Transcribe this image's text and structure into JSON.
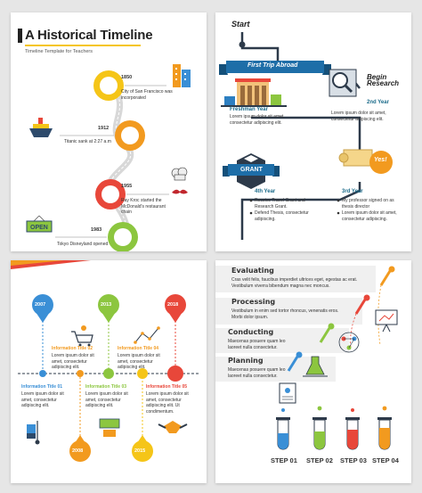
{
  "panel1": {
    "title": "A Historical Timeline",
    "subtitle": "Timeline Template for Teachers",
    "events": [
      {
        "year": "1850",
        "text": "City of San Francisco was incorporated",
        "color": "#f5c518",
        "icon": "city-buildings-icon"
      },
      {
        "year": "1912",
        "text": "Titanic sank at 2:27 a.m",
        "color": "#f29a1f",
        "icon": "ship-icon"
      },
      {
        "year": "1955",
        "text": "Ray Kroc started the McDonald's restaurant chain",
        "color": "#e8473a",
        "icon": "chef-mustache-icon"
      },
      {
        "year": "1983",
        "text": "Tokyo Disneyland opened",
        "color": "#8cc63f",
        "icon": "open-sign-icon"
      }
    ]
  },
  "panel2": {
    "start_label": "Start",
    "ribbon": "First Trip Abroad",
    "begin_research": "Begin Research",
    "freshman": {
      "title": "Freshman Year",
      "text": "Lorem ipsum dolor sit amet, consectetur adipiscing elit."
    },
    "second": {
      "title": "2nd Year",
      "text": "Lorem ipsum dolor sit amet, consectetur adipiscing elit."
    },
    "grant": "GRANT",
    "yes": "Yes!",
    "fourth": {
      "title": "4th Year",
      "bullets": [
        "Receive Travel Grant and Research Grant.",
        "Defend Thesis, consectetur adipiscing."
      ]
    },
    "third": {
      "title": "3rd Year",
      "bullets": [
        "My professor signed on as thesis director",
        "Lorem ipsum dolor sit amet, consectetur adipiscing."
      ]
    }
  },
  "panel3": {
    "pins_top": [
      {
        "year": "2007",
        "color": "#3a8fd6"
      },
      {
        "year": "2013",
        "color": "#8cc63f"
      },
      {
        "year": "2018",
        "color": "#e8473a"
      }
    ],
    "pins_bottom": [
      {
        "year": "2008",
        "color": "#f29a1f"
      },
      {
        "year": "2015",
        "color": "#f5c518"
      }
    ],
    "info_top": [
      {
        "title": "Information Title 02",
        "text": "Lorem ipsum dolor sit amet, consectetur adipiscing elit.",
        "color": "#f29a1f"
      },
      {
        "title": "Information Title 04",
        "text": "Lorem ipsum dolor sit amet, consectetur adipiscing elit.",
        "color": "#f29a1f"
      }
    ],
    "info_bottom": [
      {
        "title": "Information Title 01",
        "text": "Lorem ipsum dolor sit amet, consectetur adipiscing elit.",
        "color": "#3a8fd6"
      },
      {
        "title": "Information Title 03",
        "text": "Lorem ipsum dolor sit amet, consectetur adipiscing elit.",
        "color": "#8cc63f"
      },
      {
        "title": "Information Title 05",
        "text": "Lorem ipsum dolor sit amet, consectetur adipiscing elit. Ut condimentum.",
        "color": "#e8473a"
      }
    ]
  },
  "panel4": {
    "stages": [
      {
        "title": "Evaluating",
        "text": "Cras velit felis, faucibus imperdiet ultrices eget, egestas ac erat. Vestibulum viverra bibendum magna nec moncus."
      },
      {
        "title": "Processing",
        "text": "Vestibulum in enim sed tortor rhoncus, venenatis eros. Morbi dolor ipsum."
      },
      {
        "title": "Conducting",
        "text": "Maecenas posuere quam leo laoreet nulla consectetur."
      },
      {
        "title": "Planning",
        "text": "Maecenas posuere quam leo laoreet nulla consectetur."
      }
    ],
    "steps": [
      {
        "label": "STEP 01",
        "color": "#3a8fd6"
      },
      {
        "label": "STEP 02",
        "color": "#8cc63f"
      },
      {
        "label": "STEP 03",
        "color": "#e8473a"
      },
      {
        "label": "STEP 04",
        "color": "#f29a1f"
      }
    ]
  }
}
